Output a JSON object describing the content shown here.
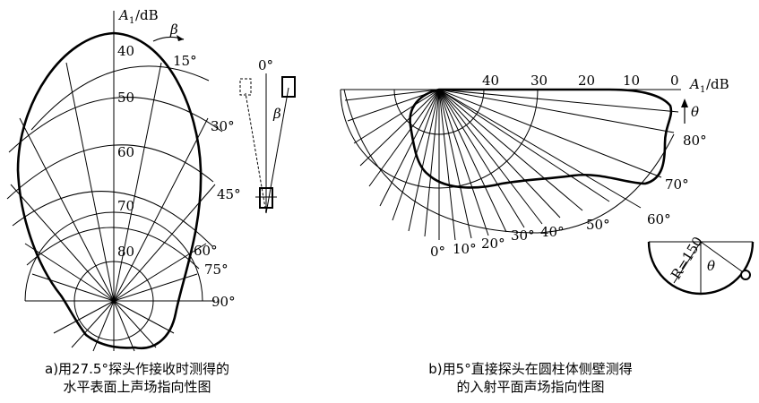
{
  "diagram_a": {
    "axis_label_A": "A",
    "axis_label_sub": "1",
    "axis_label_unit": "/dB",
    "beta_symbol": "β",
    "radial_labels": [
      "40",
      "50",
      "60",
      "70",
      "80"
    ],
    "angle_labels": [
      "15°",
      "30°",
      "45°",
      "60°",
      "75°",
      "90°"
    ],
    "probe_zero_label": "0°",
    "probe_beta_label": "β",
    "caption_line1": "a)用27.5°探头作接收时测得的",
    "caption_line2": "水平表面上声场指向性图"
  },
  "diagram_b": {
    "axis_label_A": "A",
    "axis_label_sub": "1",
    "axis_label_unit": "/dB",
    "theta_symbol": "θ",
    "scale_labels": [
      "40",
      "30",
      "20",
      "10",
      "0"
    ],
    "angle_labels": [
      "0°",
      "10°",
      "20°",
      "30°",
      "40°",
      "50°",
      "60°",
      "70°",
      "80°"
    ],
    "inset_radius_label": "R=150",
    "inset_theta_label": "θ",
    "caption_line1": "b)用5°直接探头在圆柱体侧壁测得",
    "caption_line2": "的入射平面声场指向性图"
  },
  "colors": {
    "ink": "#000000",
    "background": "#ffffff"
  }
}
